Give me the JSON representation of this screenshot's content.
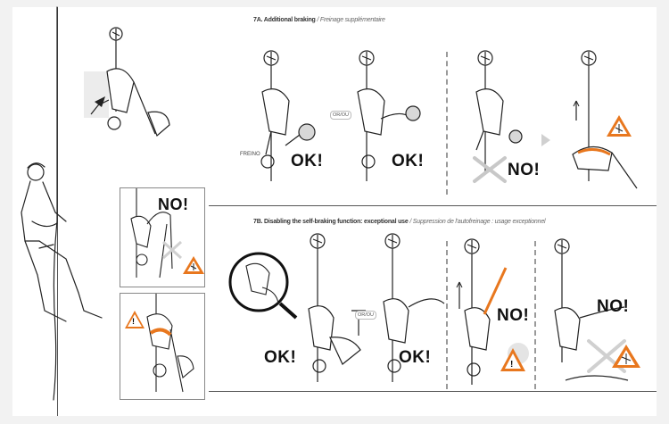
{
  "section_a": {
    "title": "7A. Additional braking",
    "subtitle": "/ Freinage supplémentaire"
  },
  "section_b": {
    "title": "7B. Disabling the self-braking function: exceptional use",
    "subtitle": "/ Suppression de l'autofreinage : usage exceptionnel"
  },
  "labels": {
    "freino": "FREINO",
    "or_ou": "OR/OU",
    "ok": "OK!",
    "no": "NO!",
    "warning": "!"
  },
  "colors": {
    "warning_orange": "#e8771e",
    "line": "#222222",
    "rule": "#555555"
  }
}
